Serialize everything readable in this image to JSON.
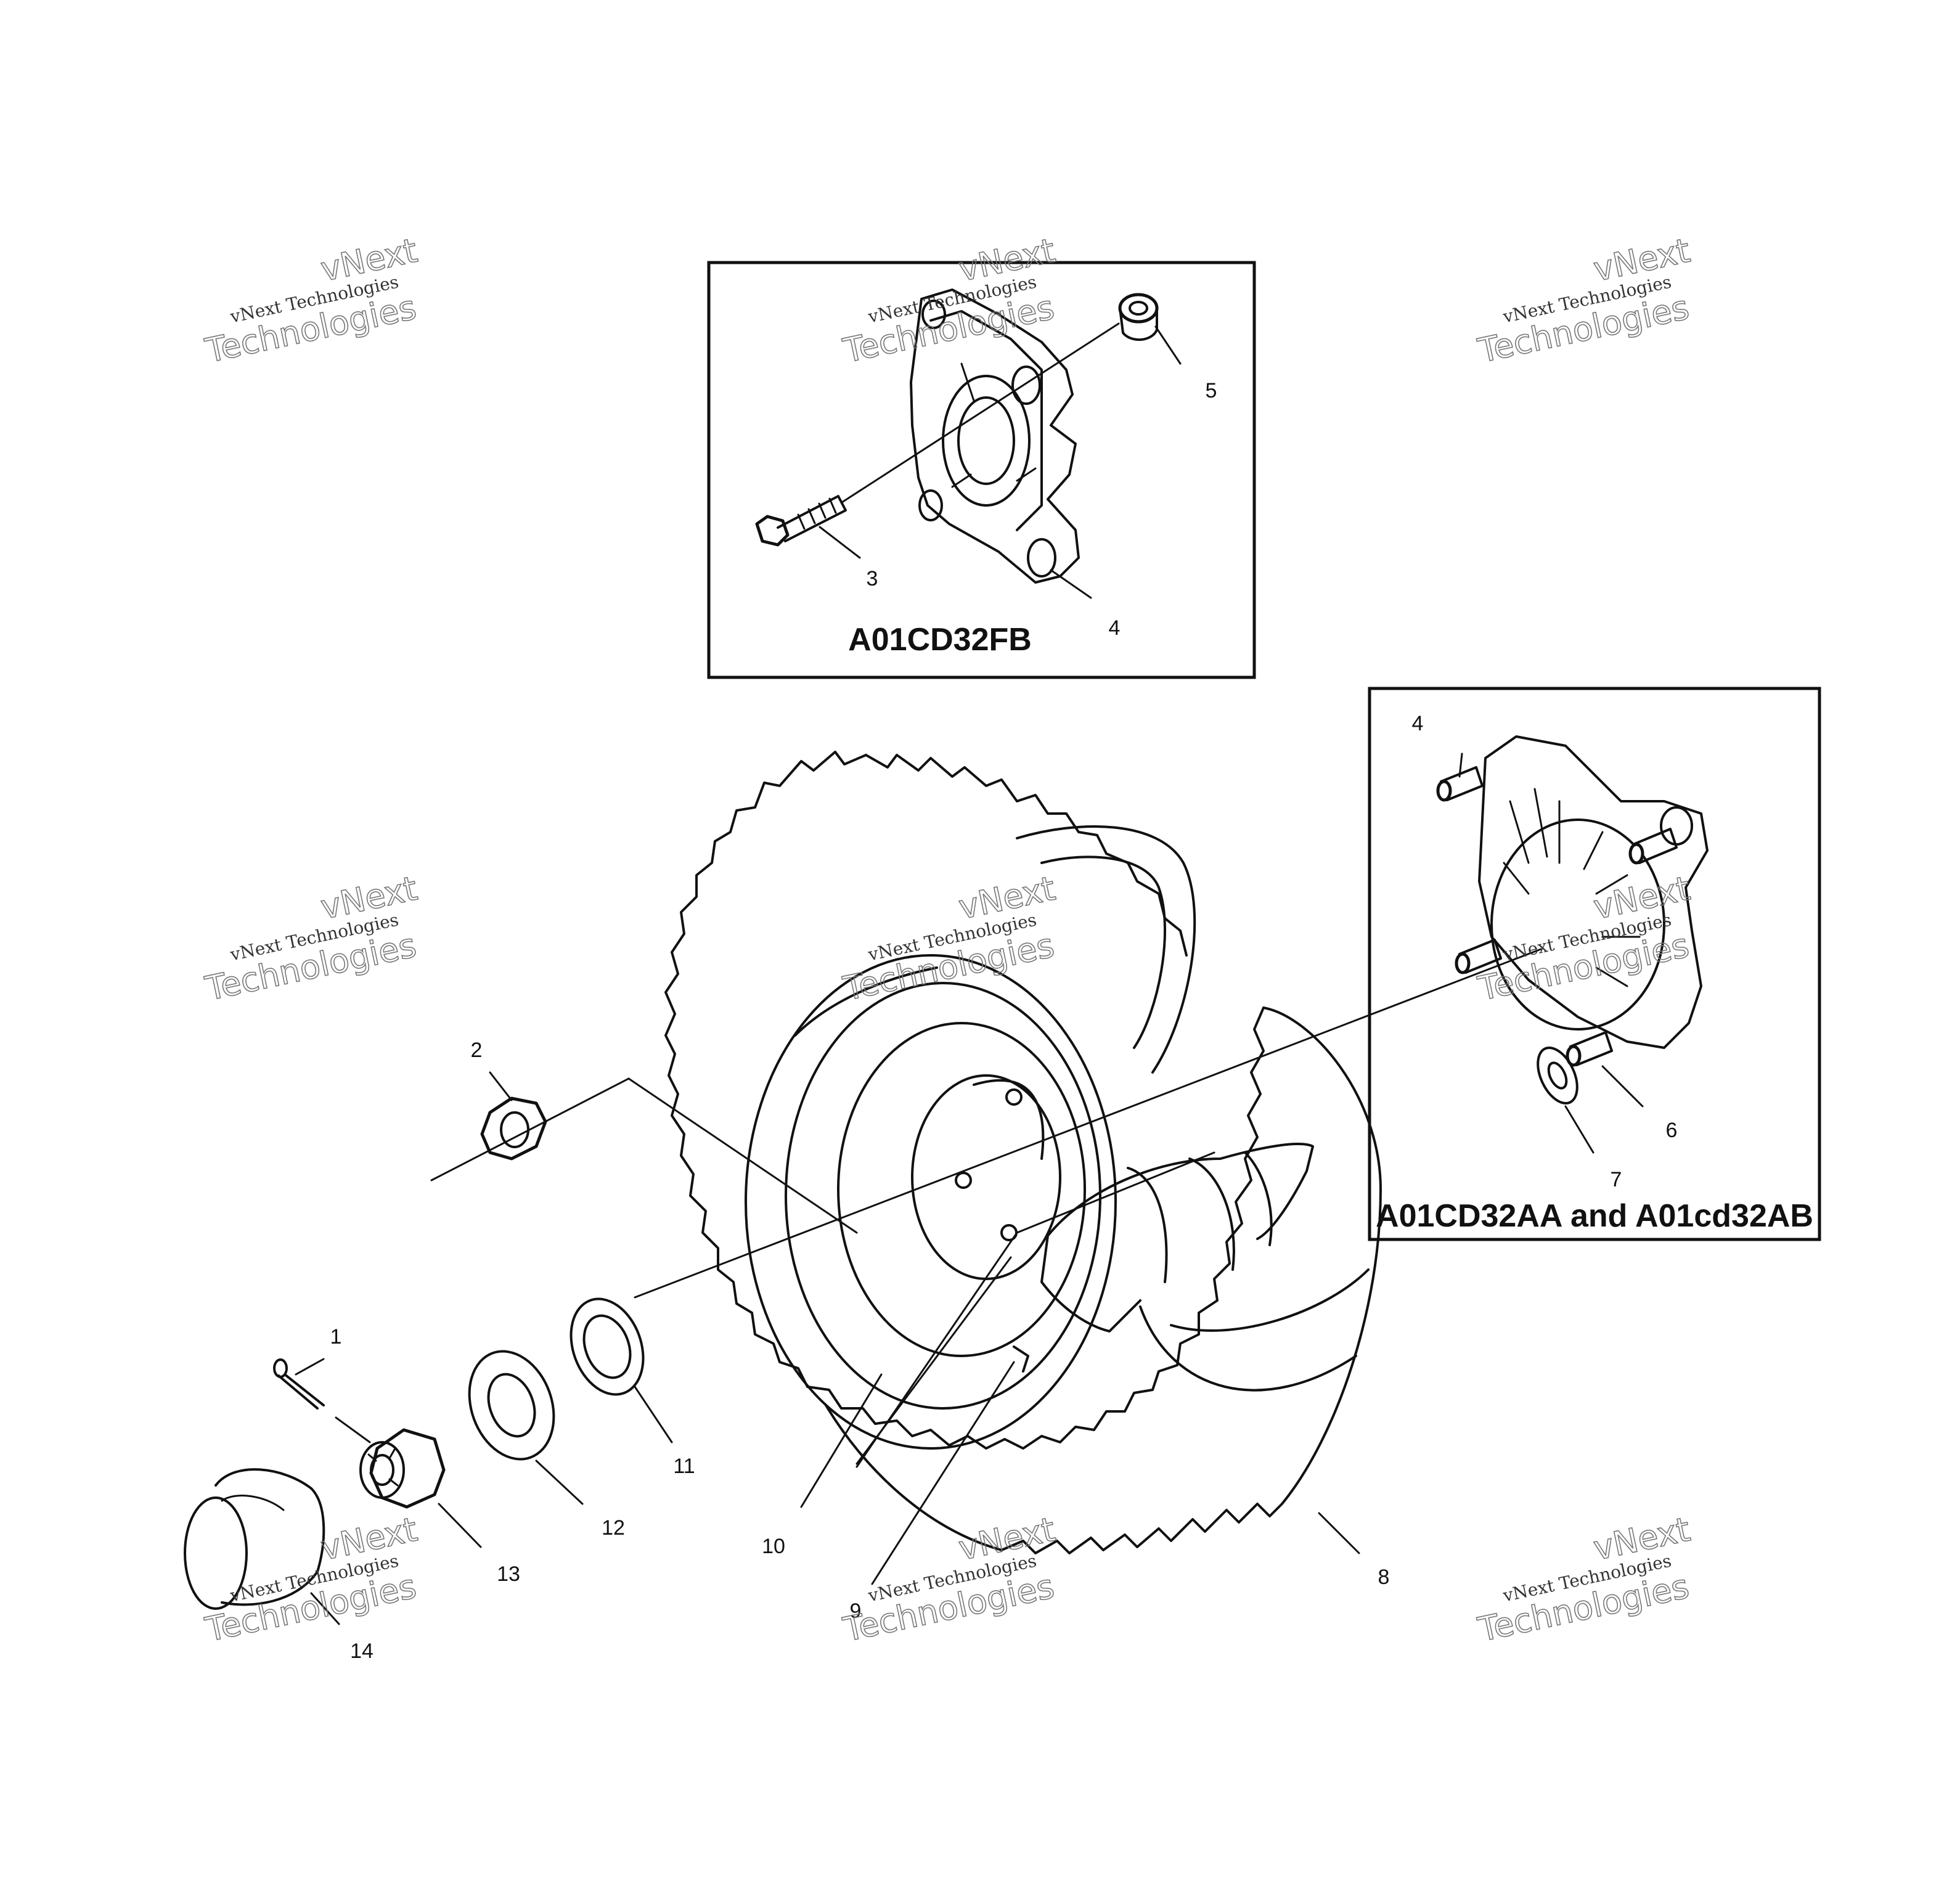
{
  "captions": {
    "box_top": "A01CD32FB",
    "box_right": "A01CD32AA and A01cd32AB"
  },
  "callouts": {
    "c1": "1",
    "c2": "2",
    "c3": "3",
    "c4_top": "4",
    "c4_right": "4",
    "c5": "5",
    "c6": "6",
    "c7": "7",
    "c8": "8",
    "c9": "9",
    "c10": "10",
    "c11": "11",
    "c12": "12",
    "c13": "13",
    "c14": "14"
  },
  "watermark": {
    "line_small": "vNext Technologies",
    "line_big_1": "vNext",
    "line_big_2": "Technologies"
  }
}
